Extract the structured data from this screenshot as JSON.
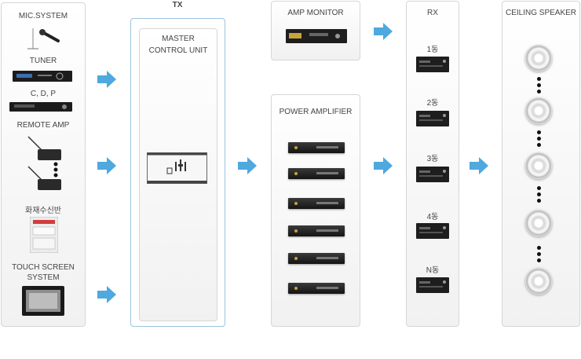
{
  "tx_title": "TX",
  "sources": {
    "mic": "MIC.SYSTEM",
    "tuner": "TUNER",
    "cdp": "C, D, P",
    "remote": "REMOTE AMP",
    "fire": "화재수신반",
    "touch": "TOUCH SCREEN\nSYSTEM"
  },
  "master": {
    "label": "MASTER\nCONTROL UNIT"
  },
  "amp_monitor": {
    "title": "AMP MONITOR"
  },
  "power_amp": {
    "title": "POWER AMPLIFIER"
  },
  "rx": {
    "title": "RX",
    "zones": [
      "1동",
      "2동",
      "3동",
      "4동",
      "N동"
    ]
  },
  "ceiling": {
    "title": "CEILING SPEAKER"
  },
  "colors": {
    "arrow": "#4fa8de",
    "tx_border": "#9cc3dd",
    "device": "#1b1b1b"
  }
}
